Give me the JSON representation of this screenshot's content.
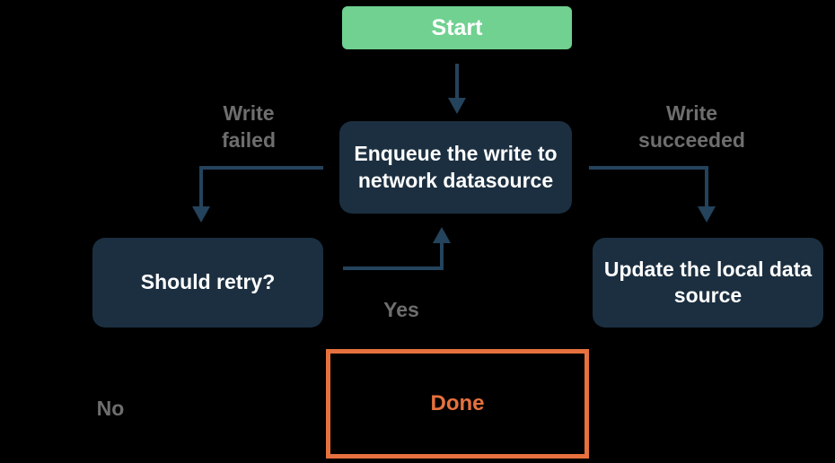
{
  "colors": {
    "background": "#000000",
    "start-fill": "#70D190",
    "node-fill": "#1B2F40",
    "node-text": "#FFFFFF",
    "edge": "#24435C",
    "edge-label": "#6E6E6E",
    "accent-orange": "#E6713E"
  },
  "nodes": {
    "start": {
      "label": "Start"
    },
    "enqueue": {
      "label": "Enqueue the write to network datasource"
    },
    "retry": {
      "label": "Should retry?"
    },
    "update": {
      "label": "Update the local data source"
    },
    "done": {
      "label": "Done"
    }
  },
  "edge_labels": {
    "write_failed": {
      "label": "Write failed"
    },
    "write_succeeded": {
      "label": "Write succeeded"
    },
    "yes": {
      "label": "Yes"
    },
    "no": {
      "label": "No"
    }
  }
}
